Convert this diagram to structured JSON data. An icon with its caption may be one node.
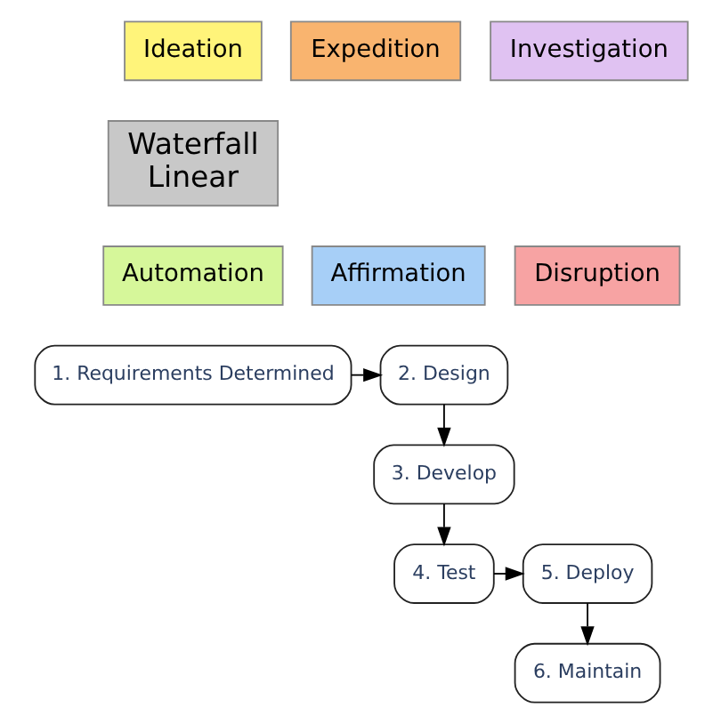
{
  "diagram": {
    "nodes": [
      {
        "text": [
          "Ideation"
        ]
      },
      {
        "text": [
          "Expedition"
        ]
      },
      {
        "text": [
          "Investigation"
        ]
      },
      {
        "text": [
          "Affirmation"
        ]
      },
      {
        "text": [
          "Disruption"
        ]
      },
      {
        "text": [
          "Automation"
        ]
      },
      {
        "text": [
          "Waterfall",
          "Linear"
        ]
      },
      {
        "text": [
          "1. Requirements Determined"
        ]
      },
      {
        "text": [
          "2. Design"
        ]
      },
      {
        "text": [
          "3. Develop"
        ]
      },
      {
        "text": [
          "4. Test"
        ]
      },
      {
        "text": [
          "5. Deploy"
        ]
      },
      {
        "text": [
          "6. Maintain"
        ]
      }
    ],
    "edges": [
      {
        "from": 7,
        "to": 8,
        "arrow": "to"
      },
      {
        "from": 8,
        "to": 9,
        "arrow": "to"
      },
      {
        "from": 9,
        "to": 10,
        "arrow": "to"
      },
      {
        "from": 10,
        "to": 11,
        "arrow": "to"
      },
      {
        "from": 11,
        "to": 12,
        "arrow": "to"
      }
    ]
  }
}
